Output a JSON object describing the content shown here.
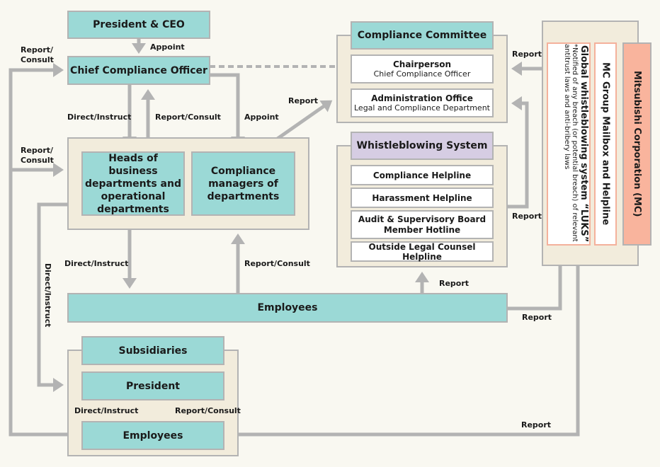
{
  "colors": {
    "background": "#f9f8f1",
    "group_fill": "#f2ecdc",
    "teal": "#9bd9d6",
    "lavender": "#d6cde3",
    "salmon": "#f9b49d",
    "connector": "#b3b3b3"
  },
  "nodes": {
    "president_ceo": "President & CEO",
    "cco": "Chief Compliance Officer",
    "heads": "Heads of business departments and operational departments",
    "managers": "Compliance managers of departments",
    "employees": "Employees",
    "compliance_committee": {
      "title": "Compliance Committee",
      "chair_title": "Chairperson",
      "chair_sub": "Chief Compliance Officer",
      "admin_title": "Administration Office",
      "admin_sub": "Legal and Compliance Department"
    },
    "whistleblowing": {
      "title": "Whistleblowing System",
      "items": [
        "Compliance Helpline",
        "Harassment Helpline",
        "Audit & Supervisory Board Member Hotline",
        "Outside Legal Counsel Helpline"
      ]
    },
    "luks": {
      "title": "Global whistleblowing system “LUKS”",
      "note": "*Notified of any breach (or potential breach) of relevant antitrust laws and anti-bribery laws"
    },
    "mailbox": "MC Group Mailbox and Helpline",
    "mc": "Mitsubishi Corporation (MC)",
    "subsidiaries": {
      "title": "Subsidiaries",
      "president": "President",
      "employees": "Employees"
    }
  },
  "labels": {
    "appoint_ceo": "Appoint",
    "report_consult_left_top": "Report/ Consult",
    "report_consult_left_mid": "Report/ Consult",
    "direct_instruct_cco": "Direct/Instruct",
    "report_consult_cco": "Report/Consult",
    "appoint_managers": "Appoint",
    "report_committee": "Report",
    "report_luks_committee": "Report",
    "report_wb_committee": "Report",
    "direct_instruct_dept": "Direct/Instruct",
    "report_consult_dept": "Report/Consult",
    "direct_instruct_vertical": "Direct/Instruct",
    "report_employees_wb": "Report",
    "report_employees_luks": "Report",
    "sub_direct_instruct": "Direct/Instruct",
    "sub_report_consult": "Report/Consult",
    "report_sub_employees": "Report"
  }
}
